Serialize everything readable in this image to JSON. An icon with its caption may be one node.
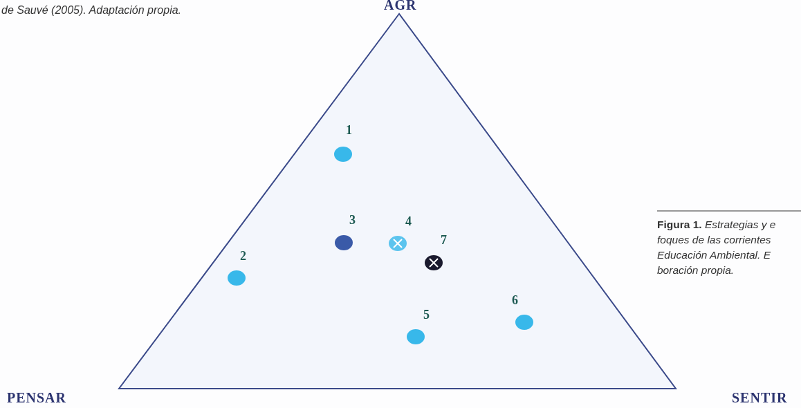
{
  "diagram": {
    "caption": "**Figura 1.** *Estrategias y e foques de las corrientes Educación Ambiental. E boración propia.*",
    "labels": [
      "de Sauvé (2005). Adaptación propia.",
      "AGR",
      "1",
      "3",
      "4",
      "7",
      "2",
      "6",
      "5",
      "PENSAR",
      "SENTIR"
    ]
  }
}
